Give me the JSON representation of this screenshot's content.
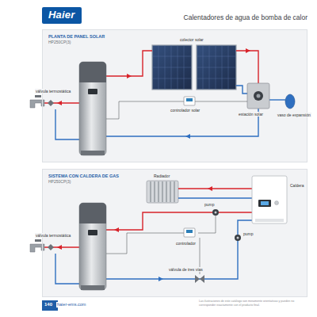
{
  "diagram": {
    "title": "Calentadores de agua de bomba de calor",
    "nodes": [
      {
        "text": [
          "Haier"
        ]
      },
      {
        "text": [
          "PLANTA DE PANEL SOLAR",
          "HP250CP(3)"
        ]
      },
      {
        "text": [
          "SISTEMA CON CALDERA DE GAS",
          "HP250CP(3)"
        ]
      },
      {
        "text": [
          "140"
        ]
      }
    ],
    "labels": [
      "colector solar",
      "válvula termostática",
      "controlador solar",
      "estación solar",
      "vaso de expansión",
      "Radiador",
      "Caldera",
      "pump",
      "pump",
      "válvula termostática",
      "controlador",
      "válvula de tres vías",
      "haier-ems.com",
      "Las ilustraciones de este catálogo son meramente orientativas y pueden no corresponder exactamente con el producto final."
    ]
  }
}
